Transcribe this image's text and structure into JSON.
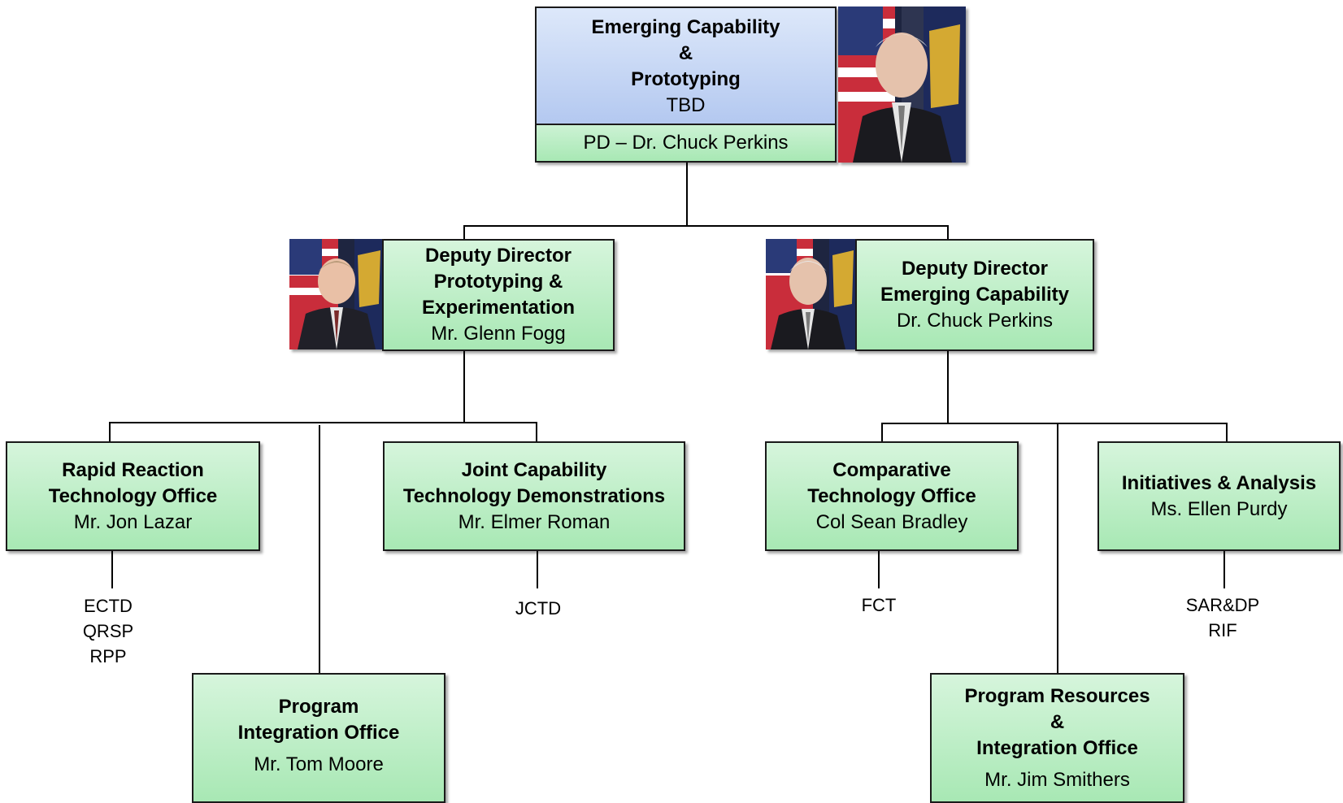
{
  "top": {
    "title_lines": [
      "Emerging Capability",
      "&",
      "Prototyping"
    ],
    "head": "TBD",
    "pd": "PD – Dr. Chuck Perkins"
  },
  "deputies": [
    {
      "title_lines": [
        "Deputy Director",
        "Prototyping &",
        "Experimentation"
      ],
      "name": "Mr. Glenn Fogg"
    },
    {
      "title_lines": [
        "Deputy Director",
        "Emerging Capability"
      ],
      "name": "Dr. Chuck Perkins"
    }
  ],
  "offices": [
    {
      "title_lines": [
        "Rapid Reaction",
        "Technology Office"
      ],
      "name": "Mr. Jon Lazar",
      "programs": [
        "ECTD",
        "QRSP",
        "RPP"
      ]
    },
    {
      "title_lines": [
        "Program",
        "Integration Office"
      ],
      "name": "Mr. Tom Moore",
      "programs": []
    },
    {
      "title_lines": [
        "Joint Capability",
        "Technology Demonstrations"
      ],
      "name": "Mr. Elmer Roman",
      "programs": [
        "JCTD"
      ]
    },
    {
      "title_lines": [
        "Comparative",
        "Technology Office"
      ],
      "name": "Col Sean Bradley",
      "programs": [
        "FCT"
      ]
    },
    {
      "title_lines": [
        "Initiatives & Analysis"
      ],
      "name": "Ms. Ellen Purdy",
      "programs": [
        "SAR&DP",
        "RIF"
      ]
    },
    {
      "title_lines": [
        "Program Resources",
        "&",
        "Integration Office"
      ],
      "name": "Mr. Jim Smithers",
      "programs": []
    }
  ],
  "colors": {
    "top_box": "#c4d6f5",
    "office_box": "#b8ecc2",
    "connector": "#000000"
  },
  "icons": [
    "person-portrait-photo",
    "person-portrait-photo",
    "person-portrait-photo"
  ]
}
